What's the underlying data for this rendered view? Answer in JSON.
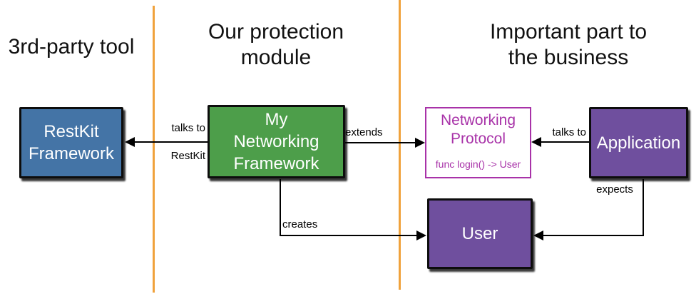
{
  "canvas": {
    "background": "#ffffff"
  },
  "dividers": {
    "color": "#f0a23c"
  },
  "titles": {
    "left": {
      "lines": [
        "3rd-party tool"
      ]
    },
    "middle": {
      "lines": [
        "Our protection",
        "module"
      ]
    },
    "right": {
      "lines": [
        "Important part to",
        "the business"
      ]
    }
  },
  "nodes": {
    "restkit": {
      "lines": [
        "RestKit",
        "Framework"
      ],
      "fill": "#4474a6",
      "text_color": "#ffffff"
    },
    "my_framework": {
      "lines": [
        "My",
        "Networking",
        "Framework"
      ],
      "fill": "#4d9e4a",
      "text_color": "#ffffff"
    },
    "protocol": {
      "lines": [
        "Networking",
        "Protocol"
      ],
      "signature": "func login() -> User",
      "accent": "#a832a8"
    },
    "application": {
      "label": "Application",
      "fill": "#6f4f9e",
      "text_color": "#ffffff"
    },
    "user": {
      "label": "User",
      "fill": "#6f4f9e",
      "text_color": "#ffffff"
    }
  },
  "edges": {
    "color": "#000000",
    "my_to_restkit": {
      "labels": [
        "talks to",
        "RestKit"
      ]
    },
    "my_to_protocol": {
      "label": "extends"
    },
    "app_to_protocol": {
      "label": "talks to"
    },
    "my_to_user": {
      "label": "creates"
    },
    "app_to_user": {
      "label": "expects"
    }
  }
}
